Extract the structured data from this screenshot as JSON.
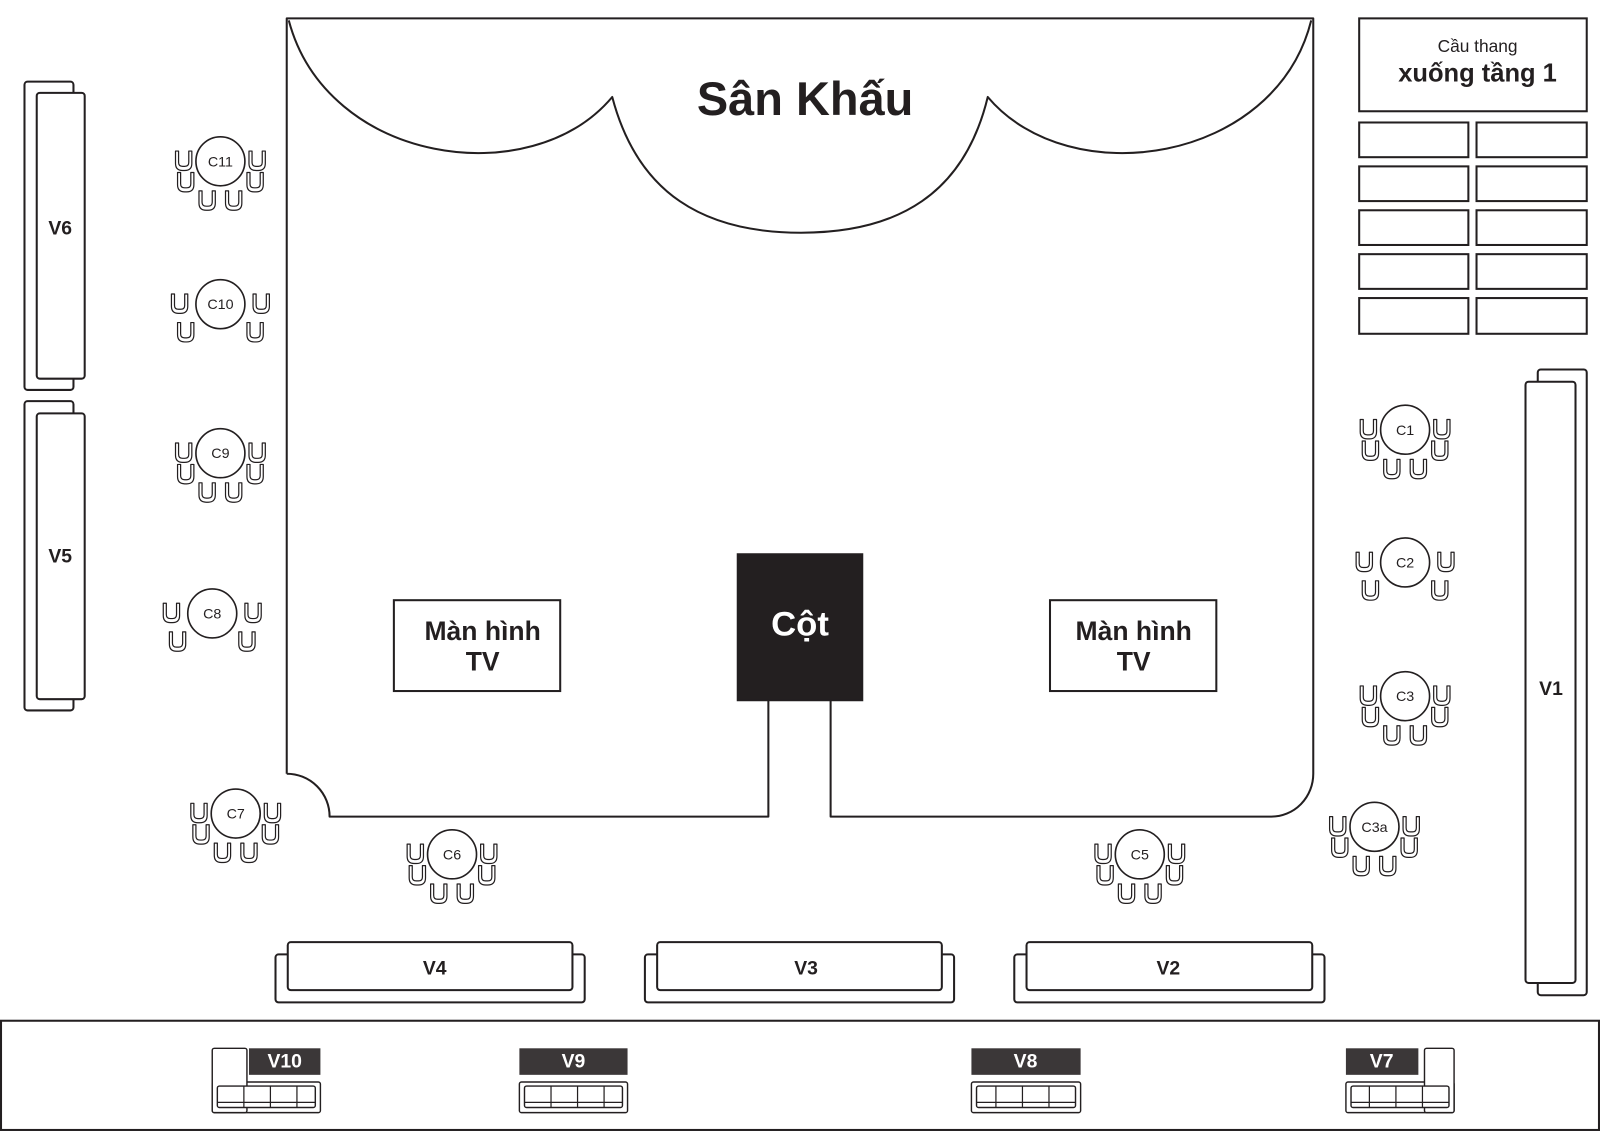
{
  "stage": {
    "label": "Sân Khấu"
  },
  "stairs": {
    "line1": "Cầu thang",
    "line2": "xuống tầng 1"
  },
  "column": {
    "label": "Cột"
  },
  "tv_screens": [
    {
      "line1": "Màn hình",
      "line2": "TV"
    },
    {
      "line1": "Màn hình",
      "line2": "TV"
    }
  ],
  "sofas": [
    {
      "label": "V1"
    },
    {
      "label": "V2"
    },
    {
      "label": "V3"
    },
    {
      "label": "V4"
    },
    {
      "label": "V5"
    },
    {
      "label": "V6"
    }
  ],
  "lounge_sofas": [
    {
      "label": "V7"
    },
    {
      "label": "V8"
    },
    {
      "label": "V9"
    },
    {
      "label": "V10"
    }
  ],
  "tables": [
    {
      "label": "C1",
      "chairs": 6
    },
    {
      "label": "C2",
      "chairs": 4
    },
    {
      "label": "C3",
      "chairs": 6
    },
    {
      "label": "C3a",
      "chairs": 6
    },
    {
      "label": "C5",
      "chairs": 6
    },
    {
      "label": "C6",
      "chairs": 6
    },
    {
      "label": "C7",
      "chairs": 6
    },
    {
      "label": "C8",
      "chairs": 4
    },
    {
      "label": "C9",
      "chairs": 6
    },
    {
      "label": "C10",
      "chairs": 4
    },
    {
      "label": "C11",
      "chairs": 6
    }
  ],
  "colors": {
    "line": "#231f20",
    "background": "#ffffff",
    "column_fill": "#231f20",
    "label_fill": "#3b3738",
    "label_text": "#ffffff"
  }
}
